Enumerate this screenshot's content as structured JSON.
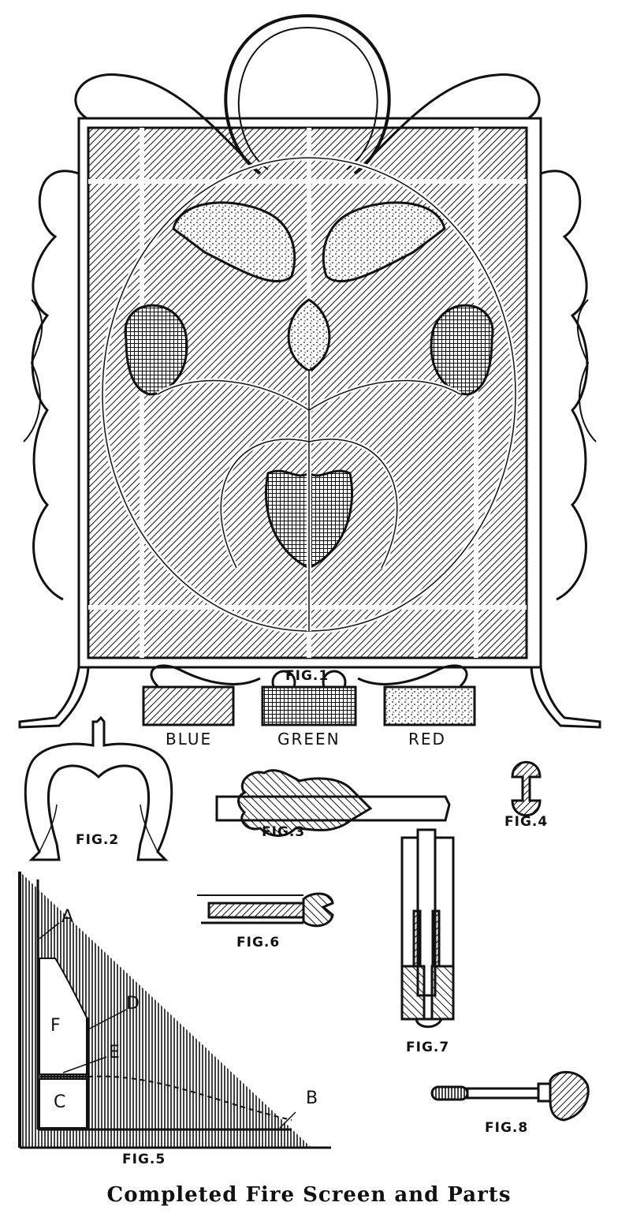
{
  "caption": "Completed Fire Screen and Parts",
  "figures": {
    "fig1": "FIG.1",
    "fig2": "FIG.2",
    "fig3": "FIG.3",
    "fig4": "FIG.4",
    "fig5": "FIG.5",
    "fig6": "FIG.6",
    "fig7": "FIG.7",
    "fig8": "FIG.8"
  },
  "legend": [
    {
      "label": "BLUE",
      "pattern": "diagonal-hatch"
    },
    {
      "label": "GREEN",
      "pattern": "crosshatch-grid"
    },
    {
      "label": "RED",
      "pattern": "stipple"
    }
  ],
  "fig5_letters": {
    "a": "A",
    "b": "B",
    "c": "C",
    "d": "D",
    "e": "E",
    "f": "F"
  },
  "colors": {
    "ink": "#111111",
    "paper": "#ffffff"
  }
}
